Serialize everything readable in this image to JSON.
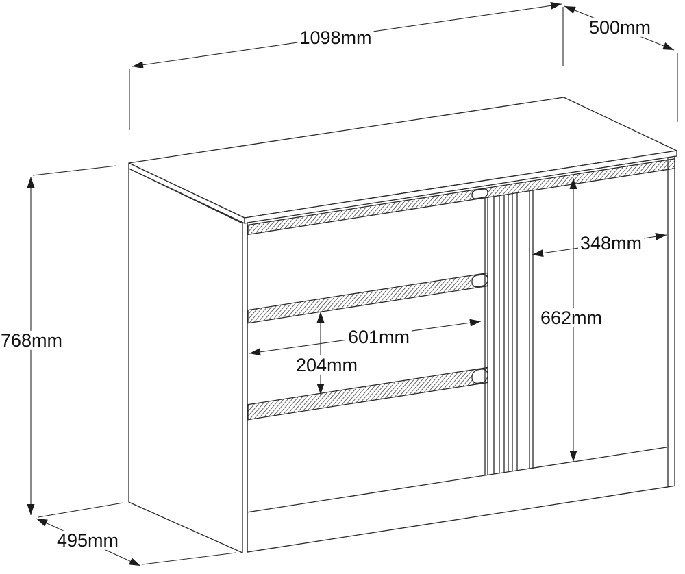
{
  "page": {
    "background": "#ffffff",
    "line_color": "#2b2b2b",
    "text_color": "#111111"
  },
  "diagram": {
    "type": "furniture-dimension-drawing",
    "object": "sideboard with three drawers and a sliding door, isometric view",
    "labels": {
      "top_width": "1098mm",
      "top_depth": "500mm",
      "overall_height": "768mm",
      "base_depth": "495mm",
      "drawer_width": "601mm",
      "drawer_pitch": "204mm",
      "door_width": "348mm",
      "door_height": "662mm"
    }
  }
}
